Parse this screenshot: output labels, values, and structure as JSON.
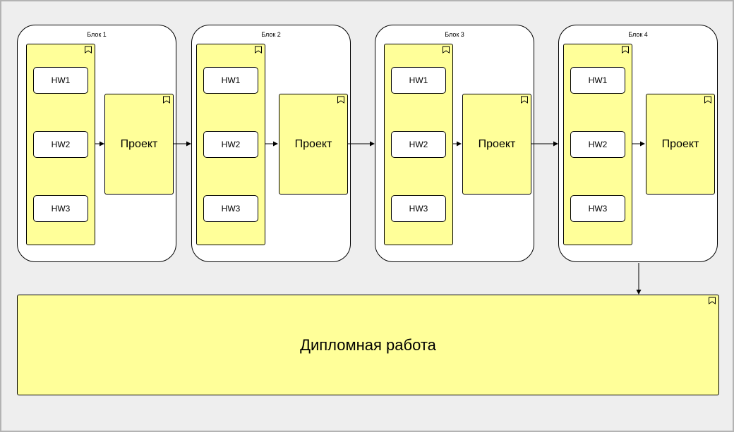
{
  "blocks": [
    {
      "title": "Блок 1",
      "homeworks": [
        "HW1",
        "HW2",
        "HW3"
      ],
      "project": "Проект"
    },
    {
      "title": "Блок 2",
      "homeworks": [
        "HW1",
        "HW2",
        "HW3"
      ],
      "project": "Проект"
    },
    {
      "title": "Блок 3",
      "homeworks": [
        "HW1",
        "HW2",
        "HW3"
      ],
      "project": "Проект"
    },
    {
      "title": "Блок 4",
      "homeworks": [
        "HW1",
        "HW2",
        "HW3"
      ],
      "project": "Проект"
    }
  ],
  "diploma": {
    "label": "Дипломная работа"
  },
  "colors": {
    "canvas": "#eeeeee",
    "container": "#ffffff",
    "element": "#ffff99",
    "stroke": "#000000"
  },
  "icons": {
    "container_marker": "bookmark-icon"
  }
}
